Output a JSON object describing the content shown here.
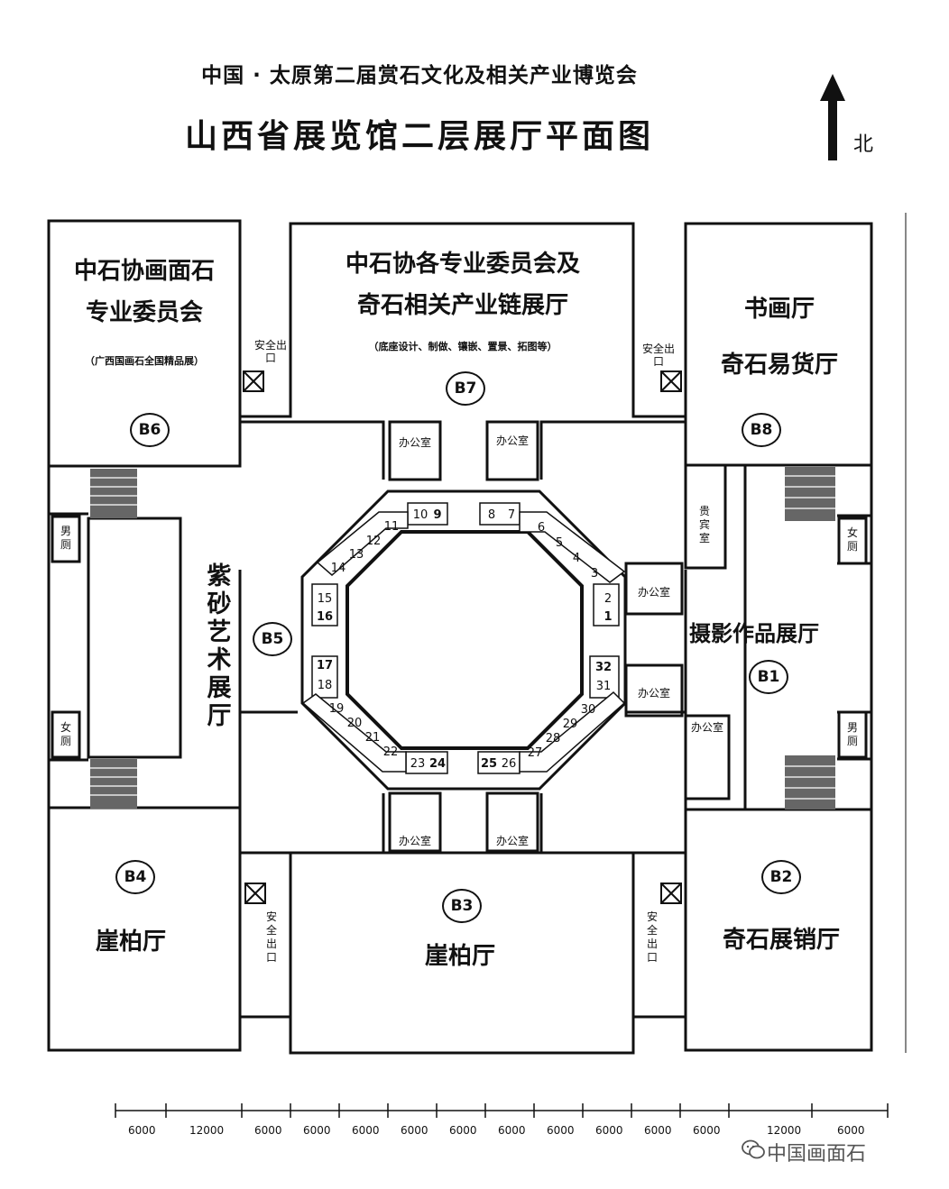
{
  "header": {
    "subtitle": "中国 · 太原第二届赏石文化及相关产业博览会",
    "title": "山西省展览馆二层展厅平面图",
    "north_label": "北"
  },
  "halls": {
    "b6": {
      "code": "B6",
      "name_line1": "中石协画面石",
      "name_line2": "专业委员会",
      "note": "（广西国画石全国精品展）"
    },
    "b7": {
      "code": "B7",
      "name_line1": "中石协各专业委员会及",
      "name_line2": "奇石相关产业链展厅",
      "note": "（底座设计、制做、镶嵌、置景、拓图等）"
    },
    "b8": {
      "code": "B8",
      "name_line1": "书画厅",
      "name_line2": "奇石易货厅"
    },
    "b5": {
      "code": "B5",
      "name": "紫砂艺术展厅"
    },
    "b1": {
      "code": "B1",
      "name": "摄影作品展厅"
    },
    "b4": {
      "code": "B4",
      "name": "崖柏厅"
    },
    "b3": {
      "code": "B3",
      "name": "崖柏厅"
    },
    "b2": {
      "code": "B2",
      "name": "奇石展销厅"
    }
  },
  "rooms": {
    "office": "办公室",
    "vip": "贵宾室",
    "men": "男厕",
    "women": "女厕",
    "exit": "安全出口"
  },
  "booths": [
    "1",
    "2",
    "3",
    "4",
    "5",
    "6",
    "7",
    "8",
    "9",
    "10",
    "11",
    "12",
    "13",
    "14",
    "15",
    "16",
    "17",
    "18",
    "19",
    "20",
    "21",
    "22",
    "23",
    "24",
    "25",
    "26",
    "27",
    "28",
    "29",
    "30",
    "31",
    "32"
  ],
  "scale": {
    "labels": [
      "6000",
      "12000",
      "6000",
      "6000",
      "6000",
      "6000",
      "6000",
      "6000",
      "6000",
      "6000",
      "6000",
      "6000",
      "12000",
      "6000"
    ]
  },
  "watermark": "中国画面石",
  "colors": {
    "line": "#111111",
    "stair_fill": "#666666",
    "background": "#ffffff"
  },
  "icons": {
    "north": "north-arrow-icon",
    "watermark": "wechat-icon"
  }
}
